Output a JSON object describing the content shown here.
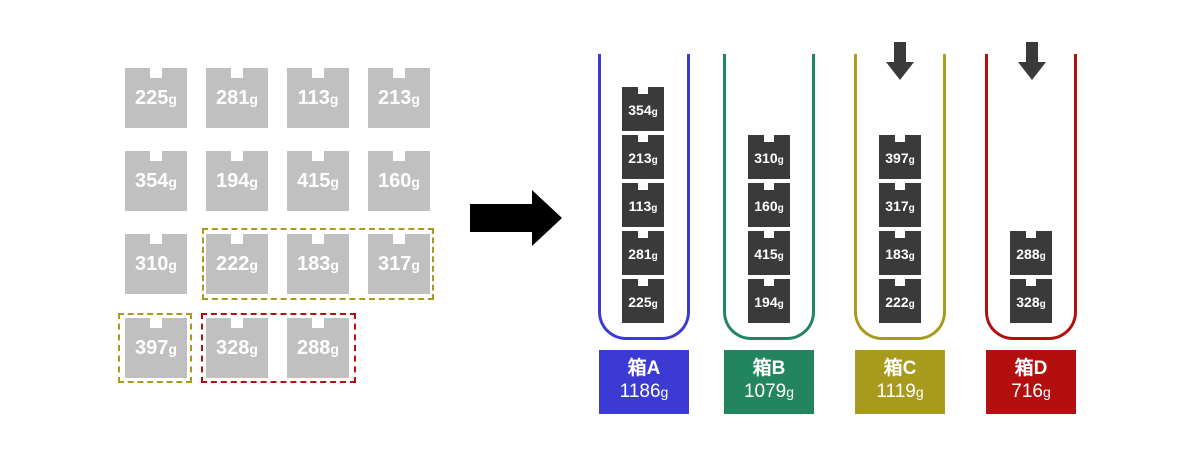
{
  "unit": "g",
  "colors": {
    "box_a": "#3b3bd4",
    "box_b": "#23855f",
    "box_c": "#a89a1c",
    "box_d": "#b30f0f",
    "grey_weight": "#c0c0c0",
    "dark_weight": "#3a3a3a"
  },
  "pool": {
    "rows": [
      [
        "225",
        "281",
        "113",
        "213"
      ],
      [
        "354",
        "194",
        "415",
        "160"
      ],
      [
        "310",
        "222",
        "183",
        "317"
      ],
      [
        "397",
        "328",
        "288"
      ]
    ]
  },
  "boxes": [
    {
      "name": "箱A",
      "total": "1186",
      "items": [
        "354",
        "213",
        "113",
        "281",
        "225"
      ],
      "arrow": false
    },
    {
      "name": "箱B",
      "total": "1079",
      "items": [
        "310",
        "160",
        "415",
        "194"
      ],
      "arrow": false
    },
    {
      "name": "箱C",
      "total": "1119",
      "items": [
        "397",
        "317",
        "183",
        "222"
      ],
      "arrow": true
    },
    {
      "name": "箱D",
      "total": "716",
      "items": [
        "288",
        "328"
      ],
      "arrow": true
    }
  ]
}
